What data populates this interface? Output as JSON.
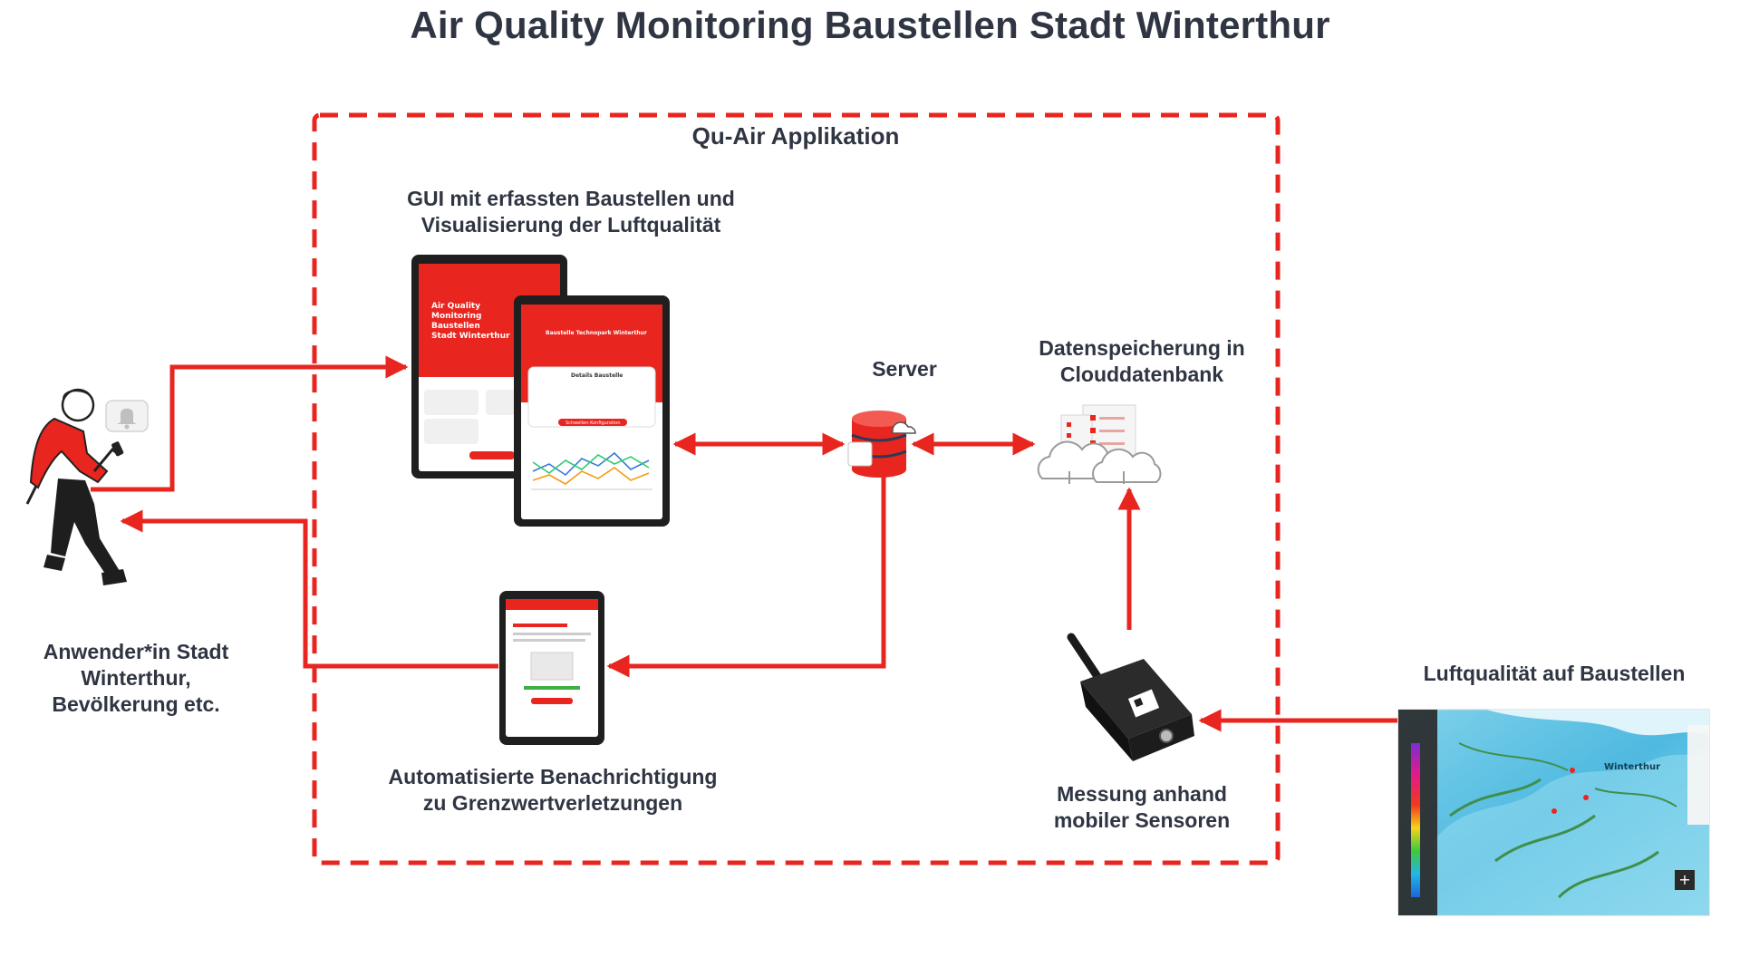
{
  "title": "Air Quality Monitoring Baustellen Stadt Winterthur",
  "group": {
    "label": "Qu-Air Applikation"
  },
  "nodes": {
    "gui": {
      "line1": "GUI mit erfassten Baustellen und",
      "line2": "Visualisierung der Luftqualität"
    },
    "gui_app": {
      "splash_text": [
        "Air Quality",
        "Monitoring",
        "Baustellen",
        "Stadt Winterthur"
      ],
      "screen2_header": "Baustelle Technopark Winterthur",
      "screen2_card_title": "Details Baustelle",
      "screen2_button": "Schwellen-Konfiguration"
    },
    "server": {
      "label": "Server"
    },
    "cloud": {
      "line1": "Datenspeicherung in",
      "line2": "Clouddatenbank"
    },
    "notify": {
      "line1": "Automatisierte Benachrichtigung",
      "line2": "zu Grenzwertverletzungen"
    },
    "sensor": {
      "line1": "Messung anhand",
      "line2": "mobiler Sensoren"
    },
    "air": {
      "label": "Luftqualität auf Baustellen",
      "map_place": "Winterthur"
    },
    "user": {
      "line1": "Anwender*in Stadt",
      "line2": "Winterthur,",
      "line3": "Bevölkerung etc."
    }
  },
  "colors": {
    "accent": "#e8251e",
    "text": "#2f3542",
    "device": "#1f1f1f"
  },
  "icons": [
    "person-walking-icon",
    "bell-icon",
    "tablet-icon",
    "database-icon",
    "cloud-database-icon",
    "sensor-device-icon",
    "map-icon"
  ]
}
